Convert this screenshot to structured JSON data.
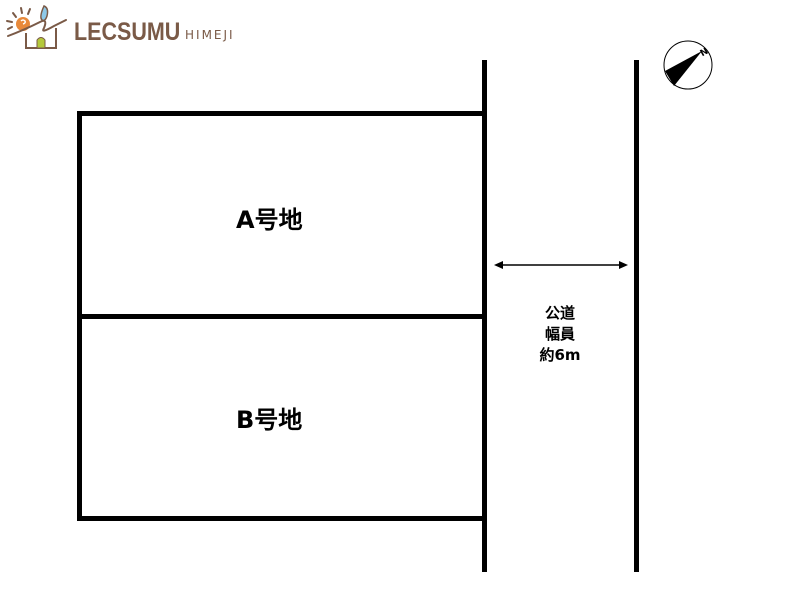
{
  "logo": {
    "brand": "LECSUMU",
    "location": "HIMEJI",
    "colors": {
      "text": "#7a5a47",
      "sun": "#e8893a",
      "drop": "#8ec9e8",
      "door": "#b5c93a"
    }
  },
  "lots": [
    {
      "label": "A号地"
    },
    {
      "label": "B号地"
    }
  ],
  "road": {
    "type": "公道",
    "width_label": "幅員",
    "width_value": "約6m"
  },
  "compass": {
    "icon": "north-arrow-icon",
    "north_label": "N"
  }
}
